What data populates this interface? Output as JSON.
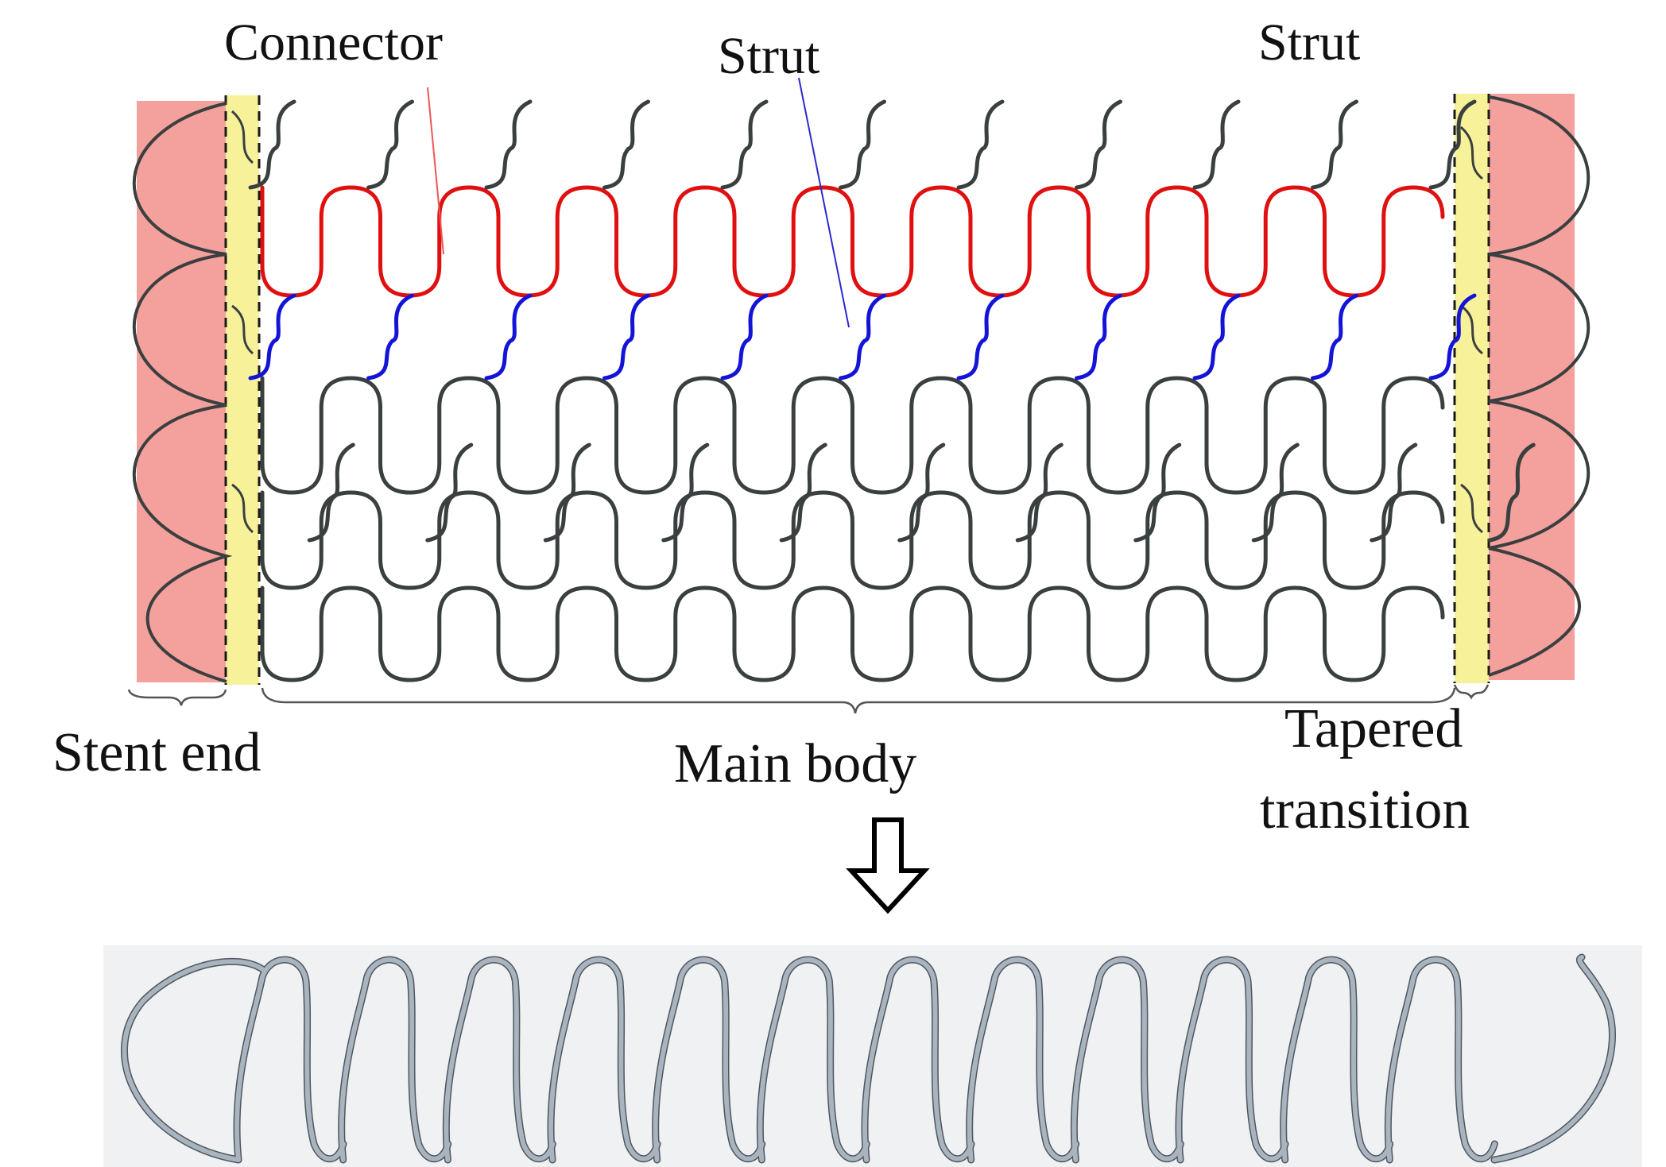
{
  "labels": {
    "connector": "Connector",
    "strut_center": "Strut",
    "strut_right": "Strut",
    "stent_end": "Stent end",
    "main_body": "Main body",
    "tapered_line1": "Tapered",
    "tapered_line2": "transition"
  },
  "icons": {
    "flow_arrow": "down-arrow-icon"
  },
  "colors": {
    "stent_end_fill": "#f4a09c",
    "tapered_fill": "#f7f29a",
    "strut_gray": "#3a3f3f",
    "connector_red": "#e01010",
    "strut_blue": "#1414d8",
    "render_metal": "#a9b4bf",
    "render_dark": "#4e5760"
  }
}
